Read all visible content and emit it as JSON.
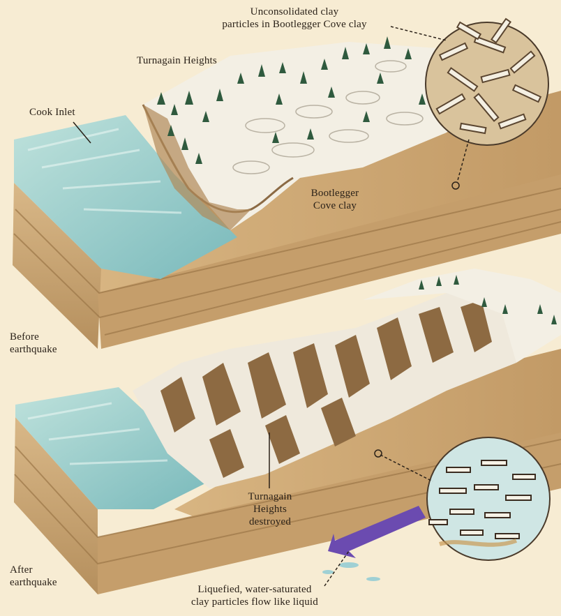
{
  "labels": {
    "clay_callout": "Unconsolidated clay\nparticles in Bootlegger Cove clay",
    "heights_top": "Turnagain Heights",
    "cook_inlet": "Cook Inlet",
    "bootlegger": "Bootlegger\nCove clay",
    "before": "Before\nearthquake",
    "heights_destroyed": "Turnagain\nHeights\ndestroyed",
    "after": "After\nearthquake",
    "liquefied": "Liquefied, water-saturated\nclay particles flow like liquid"
  },
  "colors": {
    "background": "#f7ecd3",
    "water": "#8fc7c4",
    "clay": "#c9a677",
    "clay_dark": "#a37d4c",
    "snow": "#f4f1e8",
    "tree": "#2f5a3e",
    "flow_arrow": "#6b4bb0"
  }
}
